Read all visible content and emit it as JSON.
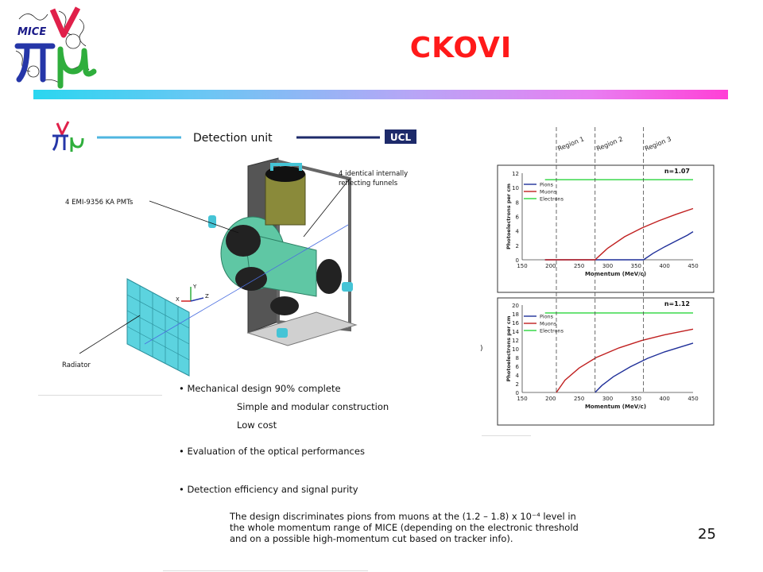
{
  "slide": {
    "title": "CKOVI",
    "page_number": "25",
    "logo_text": "MICE"
  },
  "detector_panel": {
    "header_title": "Detection unit",
    "header_badge": "UCL",
    "labels": {
      "pmts": "4 EMI-9356 KA PMTs",
      "funnels_line1": "4 identical internally",
      "funnels_line2": "reflecting funnels",
      "radiator": "Radiator",
      "axis_y": "Y",
      "axis_x": "X",
      "axis_z": "Z"
    },
    "colors": {
      "header_line_left": "#4fb6e0",
      "header_line_right": "#1d2a6a",
      "badge_bg": "#1d2a6a",
      "detector_green": "#5fc7a4",
      "radiator_cyan": "#5cd3df",
      "funnel_olive": "#8a8a3a"
    }
  },
  "bullets": {
    "b1": "• Mechanical design 90% complete",
    "b1_sub1": "Simple and modular construction",
    "b1_sub2": "Low cost",
    "b2": "• Evaluation of the optical performances",
    "b3": "• Detection efficiency and signal purity"
  },
  "summary": {
    "line1": "The design discriminates pions from muons at the (1.2 – 1.8) x 10⁻⁴ level in",
    "line2": "the whole momentum range of MICE (depending on the electronic threshold",
    "line3": "and on a possible high-momentum cut based on tracker info)."
  },
  "stray_text": ")",
  "chart_data": [
    {
      "type": "line",
      "title": "n=1.07",
      "xlabel": "Momentum (MeV/c)",
      "ylabel": "Photoelectrons per cm",
      "xlim": [
        150,
        450
      ],
      "ylim": [
        0,
        12
      ],
      "xticks": [
        "150",
        "200",
        "250",
        "300",
        "350",
        "400",
        "450"
      ],
      "yticks": [
        "0",
        "2",
        "4",
        "6",
        "8",
        "10",
        "12"
      ],
      "regions": [
        {
          "label": "Region 1",
          "x": 210
        },
        {
          "label": "Region 2",
          "x": 278
        },
        {
          "label": "Region 3",
          "x": 363
        }
      ],
      "series": [
        {
          "name": "Pions",
          "color": "#1f2f99",
          "x": [
            190,
            363,
            380,
            400,
            420,
            440,
            450
          ],
          "y": [
            0,
            0,
            0.9,
            1.8,
            2.6,
            3.4,
            3.9
          ]
        },
        {
          "name": "Muons",
          "color": "#c02020",
          "x": [
            190,
            278,
            300,
            330,
            360,
            390,
            420,
            450
          ],
          "y": [
            0,
            0,
            1.6,
            3.2,
            4.4,
            5.4,
            6.3,
            7.1
          ]
        },
        {
          "name": "Electrons",
          "color": "#2ad63c",
          "x": [
            190,
            450
          ],
          "y": [
            11.1,
            11.1
          ]
        }
      ]
    },
    {
      "type": "line",
      "title": "n=1.12",
      "xlabel": "Momentum (MeV/c)",
      "ylabel": "Photoelectrons per cm",
      "xlim": [
        150,
        450
      ],
      "ylim": [
        0,
        20
      ],
      "xticks": [
        "150",
        "200",
        "250",
        "300",
        "350",
        "400",
        "450"
      ],
      "yticks": [
        "0",
        "2",
        "4",
        "6",
        "8",
        "10",
        "12",
        "14",
        "16",
        "18",
        "20"
      ],
      "series": [
        {
          "name": "Pions",
          "color": "#1f2f99",
          "x": [
            278,
            290,
            310,
            340,
            370,
            400,
            430,
            450
          ],
          "y": [
            0,
            1.6,
            3.6,
            5.9,
            7.8,
            9.3,
            10.5,
            11.3
          ]
        },
        {
          "name": "Muons",
          "color": "#c02020",
          "x": [
            210,
            225,
            250,
            280,
            320,
            360,
            400,
            450
          ],
          "y": [
            0,
            2.8,
            5.6,
            8.0,
            10.2,
            11.9,
            13.2,
            14.5
          ]
        },
        {
          "name": "Electrons",
          "color": "#2ad63c",
          "x": [
            190,
            450
          ],
          "y": [
            18.2,
            18.2
          ]
        }
      ]
    }
  ]
}
